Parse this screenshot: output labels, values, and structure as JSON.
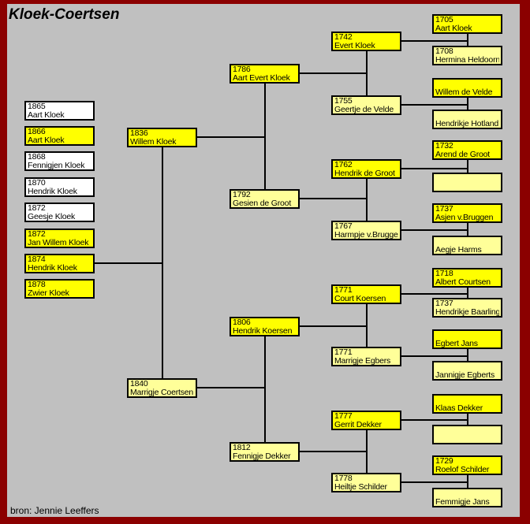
{
  "window": {
    "title": "Kloek-Coertsen",
    "source_note": "bron: Jennie Leeffers"
  },
  "colors": {
    "frame": "#8b0000",
    "background": "#c0c0c0",
    "male_box": "#ffff00",
    "female_box": "#ffff99",
    "plain_box": "#ffffff",
    "line": "#000000",
    "text": "#000000"
  },
  "chart_data": {
    "type": "family-tree",
    "title": "Kloek-Coertsen",
    "nodes": [
      {
        "id": "c1865",
        "year": "1865",
        "name": "Aart Kloek",
        "fill": "plain",
        "generation": 1
      },
      {
        "id": "c1866",
        "year": "1866",
        "name": "Aart Kloek",
        "fill": "male",
        "generation": 1
      },
      {
        "id": "c1868",
        "year": "1868",
        "name": "Fennigjen Kloek",
        "fill": "plain",
        "generation": 1
      },
      {
        "id": "c1870",
        "year": "1870",
        "name": "Hendrik Kloek",
        "fill": "plain",
        "generation": 1
      },
      {
        "id": "c1872g",
        "year": "1872",
        "name": "Geesje Kloek",
        "fill": "plain",
        "generation": 1
      },
      {
        "id": "c1872j",
        "year": "1872",
        "name": "Jan Willem Kloek",
        "fill": "male",
        "generation": 1
      },
      {
        "id": "c1874",
        "year": "1874",
        "name": "Hendrik Kloek",
        "fill": "male",
        "generation": 1
      },
      {
        "id": "c1878",
        "year": "1878",
        "name": "Zwier Kloek",
        "fill": "male",
        "generation": 1
      },
      {
        "id": "p1836",
        "year": "1836",
        "name": "Willem Kloek",
        "fill": "male",
        "generation": 2
      },
      {
        "id": "p1840",
        "year": "1840",
        "name": "Marrigje Coertsen",
        "fill": "female",
        "generation": 2
      },
      {
        "id": "g1786",
        "year": "1786",
        "name": "Aart Evert Kloek",
        "fill": "male",
        "generation": 3
      },
      {
        "id": "g1792",
        "year": "1792",
        "name": "Gesien de Groot",
        "fill": "female",
        "generation": 3
      },
      {
        "id": "g1806",
        "year": "1806",
        "name": "Hendrik Koersen",
        "fill": "male",
        "generation": 3
      },
      {
        "id": "g1812",
        "year": "1812",
        "name": "Fennigje Dekker",
        "fill": "female",
        "generation": 3
      },
      {
        "id": "gg1742",
        "year": "1742",
        "name": "Evert Kloek",
        "fill": "male",
        "generation": 4
      },
      {
        "id": "gg1755",
        "year": "1755",
        "name": "Geertje de Velde",
        "fill": "female",
        "generation": 4
      },
      {
        "id": "gg1762",
        "year": "1762",
        "name": "Hendrik de Groot",
        "fill": "male",
        "generation": 4
      },
      {
        "id": "gg1767",
        "year": "1767",
        "name": "Harmpje v.Bruggen",
        "fill": "female",
        "generation": 4
      },
      {
        "id": "gg1771c",
        "year": "1771",
        "name": "Court Koersen",
        "fill": "male",
        "generation": 4
      },
      {
        "id": "gg1771m",
        "year": "1771",
        "name": "Marrigje Egbers",
        "fill": "female",
        "generation": 4
      },
      {
        "id": "gg1777",
        "year": "1777",
        "name": "Gerrit Dekker",
        "fill": "male",
        "generation": 4
      },
      {
        "id": "gg1778",
        "year": "1778",
        "name": "Heiltje Schilder",
        "fill": "female",
        "generation": 4
      },
      {
        "id": "q1705",
        "year": "1705",
        "name": "Aart Kloek",
        "fill": "male",
        "generation": 5
      },
      {
        "id": "q1708",
        "year": "1708",
        "name": "Hermina Heldoorn",
        "fill": "female",
        "generation": 5
      },
      {
        "id": "qwv",
        "year": "",
        "name": "Willem de Velde",
        "fill": "male",
        "generation": 5
      },
      {
        "id": "qhh",
        "year": "",
        "name": "Hendrikje Hotland",
        "fill": "female",
        "generation": 5
      },
      {
        "id": "q1732",
        "year": "1732",
        "name": "Arend de Groot",
        "fill": "male",
        "generation": 5
      },
      {
        "id": "qe1",
        "year": "",
        "name": "",
        "fill": "female",
        "generation": 5
      },
      {
        "id": "q1737a",
        "year": "1737",
        "name": "Asjen v.Bruggen",
        "fill": "male",
        "generation": 5
      },
      {
        "id": "qah",
        "year": "",
        "name": "Aegje Harms",
        "fill": "female",
        "generation": 5
      },
      {
        "id": "q1718",
        "year": "1718",
        "name": "Albert Courtsen",
        "fill": "male",
        "generation": 5
      },
      {
        "id": "q1737b",
        "year": "1737",
        "name": "Hendrikje Baarling",
        "fill": "female",
        "generation": 5
      },
      {
        "id": "qej",
        "year": "",
        "name": "Egbert Jans",
        "fill": "male",
        "generation": 5
      },
      {
        "id": "qje",
        "year": "",
        "name": "Jannigje Egberts",
        "fill": "female",
        "generation": 5
      },
      {
        "id": "qkd",
        "year": "",
        "name": "Klaas Dekker",
        "fill": "male",
        "generation": 5
      },
      {
        "id": "qe2",
        "year": "",
        "name": "",
        "fill": "female",
        "generation": 5
      },
      {
        "id": "q1729",
        "year": "1729",
        "name": "Roelof Schilder",
        "fill": "male",
        "generation": 5
      },
      {
        "id": "qfj",
        "year": "",
        "name": "Femmigje Jans",
        "fill": "female",
        "generation": 5
      }
    ],
    "couples": [
      [
        "p1836",
        "p1840"
      ],
      [
        "g1786",
        "g1792"
      ],
      [
        "g1806",
        "g1812"
      ],
      [
        "gg1742",
        "gg1755"
      ],
      [
        "gg1762",
        "gg1767"
      ],
      [
        "gg1771c",
        "gg1771m"
      ],
      [
        "gg1777",
        "gg1778"
      ],
      [
        "q1705",
        "q1708"
      ],
      [
        "qwv",
        "qhh"
      ],
      [
        "q1732",
        "qe1"
      ],
      [
        "q1737a",
        "qah"
      ],
      [
        "q1718",
        "q1737b"
      ],
      [
        "qej",
        "qje"
      ],
      [
        "qkd",
        "qe2"
      ],
      [
        "q1729",
        "qfj"
      ]
    ],
    "child_links": [
      {
        "child": "c1874",
        "parents": [
          "p1836",
          "p1840"
        ]
      },
      {
        "child": "p1836",
        "parents": [
          "g1786",
          "g1792"
        ]
      },
      {
        "child": "p1840",
        "parents": [
          "g1806",
          "g1812"
        ]
      },
      {
        "child": "g1786",
        "parents": [
          "gg1742",
          "gg1755"
        ]
      },
      {
        "child": "g1792",
        "parents": [
          "gg1762",
          "gg1767"
        ]
      },
      {
        "child": "g1806",
        "parents": [
          "gg1771c",
          "gg1771m"
        ]
      },
      {
        "child": "g1812",
        "parents": [
          "gg1777",
          "gg1778"
        ]
      },
      {
        "child": "gg1742",
        "parents": [
          "q1705",
          "q1708"
        ]
      },
      {
        "child": "gg1755",
        "parents": [
          "qwv",
          "qhh"
        ]
      },
      {
        "child": "gg1762",
        "parents": [
          "q1732",
          "qe1"
        ]
      },
      {
        "child": "gg1767",
        "parents": [
          "q1737a",
          "qah"
        ]
      },
      {
        "child": "gg1771c",
        "parents": [
          "q1718",
          "q1737b"
        ]
      },
      {
        "child": "gg1771m",
        "parents": [
          "qej",
          "qje"
        ]
      },
      {
        "child": "gg1777",
        "parents": [
          "qkd",
          "qe2"
        ]
      },
      {
        "child": "gg1778",
        "parents": [
          "q1729",
          "qfj"
        ]
      }
    ]
  }
}
